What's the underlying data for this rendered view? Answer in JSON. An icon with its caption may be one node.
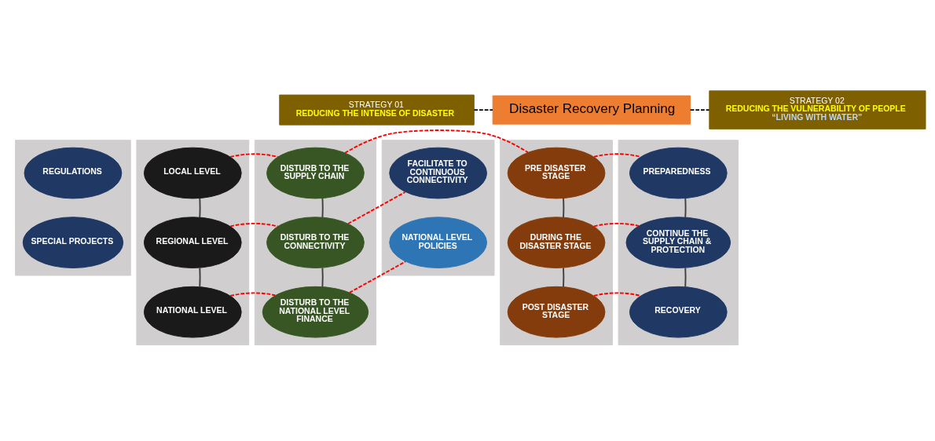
{
  "diagram": {
    "nodes": [
      {
        "text": [
          "STRATEGY 01",
          "REDUCING THE INTENSE OF DISASTER"
        ]
      },
      {
        "text": [
          "Disaster Recovery Planning"
        ]
      },
      {
        "text": [
          "STRATEGY 02",
          "REDUCING THE VULNERABILITY OF PEOPLE",
          "“LIVING WITH WATER”"
        ]
      },
      {
        "text": [],
        "shape": "box"
      },
      {
        "text": [
          "REGULATIONS"
        ],
        "in": 3
      },
      {
        "text": [
          "SPECIAL PROJECTS"
        ],
        "in": 3
      },
      {
        "text": [],
        "shape": "box"
      },
      {
        "text": [
          "LOCAL LEVEL"
        ],
        "in": 6
      },
      {
        "text": [
          "REGIONAL LEVEL"
        ],
        "in": 6
      },
      {
        "text": [
          "NATIONAL LEVEL"
        ],
        "in": 6
      },
      {
        "text": [],
        "shape": "box"
      },
      {
        "text": [
          "DISTURB TO THE SUPPLY CHAIN"
        ],
        "in": 10
      },
      {
        "text": [
          "DISTURB TO THE CONNECTIVITY"
        ],
        "in": 10
      },
      {
        "text": [
          "DISTURB TO THE NATIONAL LEVEL FINANCE"
        ],
        "in": 10
      },
      {
        "text": [],
        "shape": "box"
      },
      {
        "text": [
          "FACILITATE TO CONTINUOUS CONNECTIVITY"
        ],
        "in": 14
      },
      {
        "text": [
          "NATIONAL LEVEL POLICIES"
        ],
        "in": 14
      },
      {
        "text": [],
        "shape": "box"
      },
      {
        "text": [
          "PRE DISASTER STAGE"
        ],
        "in": 17
      },
      {
        "text": [
          "DURING THE DISASTER STAGE"
        ],
        "in": 17
      },
      {
        "text": [
          "POST DISASTER STAGE"
        ],
        "in": 17
      },
      {
        "text": [],
        "shape": "box"
      },
      {
        "text": [
          "PREPAREDNESS"
        ],
        "in": 21
      },
      {
        "text": [
          "CONTINUE THE SUPPLY CHAIN & PROTECTION"
        ],
        "in": 21
      },
      {
        "text": [
          "RECOVERY"
        ],
        "in": 21
      }
    ],
    "edges": [
      {
        "from": 0,
        "to": 1,
        "arrow": "none",
        "style": "dashed",
        "color": "#000000"
      },
      {
        "from": 1,
        "to": 2,
        "arrow": "none",
        "style": "dashed",
        "color": "#000000"
      },
      {
        "from": 7,
        "to": 8,
        "arrow": "none",
        "color": "#404040"
      },
      {
        "from": 8,
        "to": 9,
        "arrow": "none",
        "color": "#404040"
      },
      {
        "from": 7,
        "to": 11,
        "arrow": "none",
        "style": "dashed",
        "color": "#ff0000"
      },
      {
        "from": 8,
        "to": 12,
        "arrow": "none",
        "style": "dashed",
        "color": "#ff0000"
      },
      {
        "from": 9,
        "to": 13,
        "arrow": "none",
        "style": "dashed",
        "color": "#ff0000"
      },
      {
        "from": 11,
        "to": 12,
        "arrow": "none",
        "color": "#404040"
      },
      {
        "from": 12,
        "to": 13,
        "arrow": "none",
        "color": "#404040"
      },
      {
        "from": 11,
        "to": 18,
        "arrow": "none",
        "style": "dashed",
        "color": "#ff0000"
      },
      {
        "from": 12,
        "to": 15,
        "arrow": "none",
        "style": "dashed",
        "color": "#ff0000"
      },
      {
        "from": 13,
        "to": 16,
        "arrow": "none",
        "style": "dashed",
        "color": "#ff0000"
      },
      {
        "from": 18,
        "to": 19,
        "arrow": "none",
        "color": "#404040"
      },
      {
        "from": 19,
        "to": 20,
        "arrow": "none",
        "color": "#404040"
      },
      {
        "from": 18,
        "to": 22,
        "arrow": "none",
        "style": "dashed",
        "color": "#ff0000"
      },
      {
        "from": 19,
        "to": 23,
        "arrow": "none",
        "style": "dashed",
        "color": "#ff0000"
      },
      {
        "from": 20,
        "to": 24,
        "arrow": "none",
        "style": "dashed",
        "color": "#ff0000"
      },
      {
        "from": 22,
        "to": 23,
        "arrow": "none",
        "color": "#404040"
      },
      {
        "from": 23,
        "to": 24,
        "arrow": "none",
        "color": "#404040"
      }
    ]
  }
}
